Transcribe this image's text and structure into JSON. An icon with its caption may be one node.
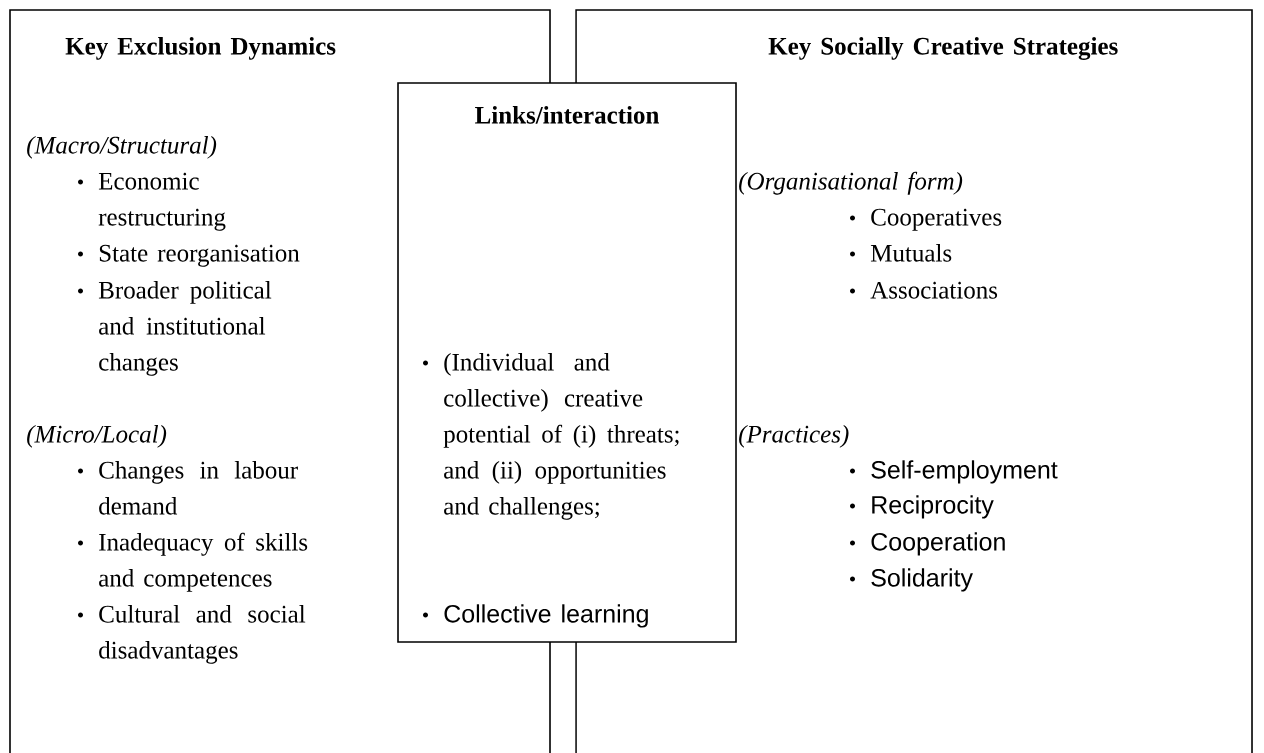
{
  "diagram": {
    "nodes": [
      {
        "text": [
          "Key Exclusion Dynamics",
          "(Macro/Structural)",
          "Economic restructuring",
          "State reorganisation",
          "Broader political and institutional changes",
          "(Micro/Local)",
          "Changes in labour demand",
          "Inadequacy of skills and competences",
          "Cultural and social disadvantages"
        ]
      },
      {
        "text": [
          "Links/interaction",
          "(Individual and collective) creative potential of (i) threats; and (ii) opportunities and challenges;",
          "Collective learning"
        ]
      },
      {
        "text": [
          "Key Socially Creative Strategies",
          "(Organisational form)",
          "Cooperatives",
          "Mutuals",
          "Associations",
          "(Practices)",
          "Self-employment",
          "Reciprocity",
          "Cooperation",
          "Solidarity"
        ]
      }
    ]
  }
}
